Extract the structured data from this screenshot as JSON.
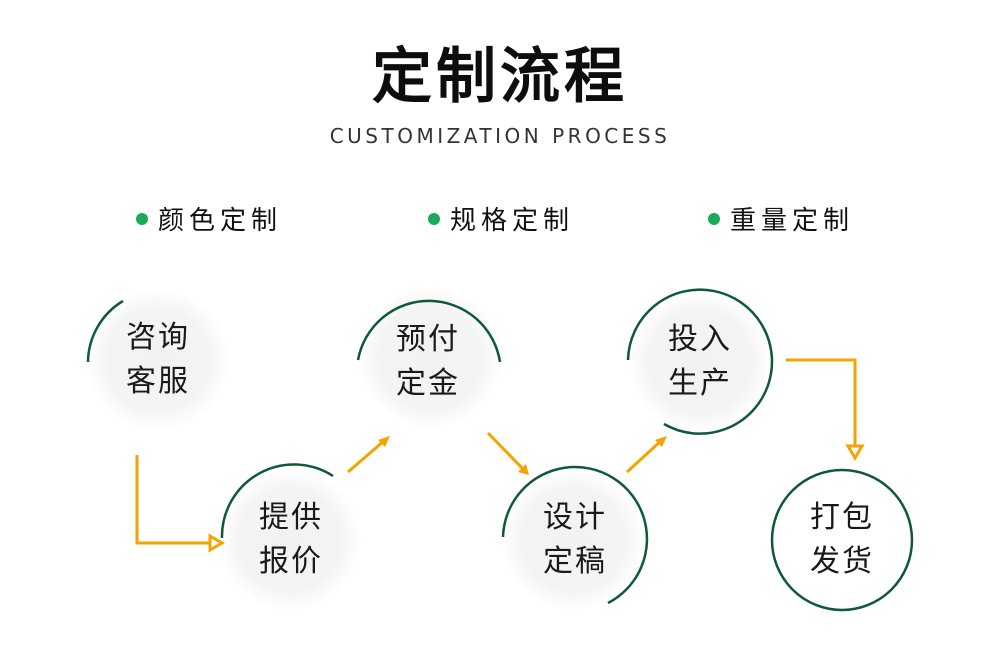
{
  "header": {
    "title": "定制流程",
    "subtitle": "CUSTOMIZATION PROCESS"
  },
  "tags": [
    {
      "label": "颜色定制"
    },
    {
      "label": "规格定制"
    },
    {
      "label": "重量定制"
    }
  ],
  "steps": [
    {
      "line1": "咨询",
      "line2": "客服"
    },
    {
      "line1": "提供",
      "line2": "报价"
    },
    {
      "line1": "预付",
      "line2": "定金"
    },
    {
      "line1": "设计",
      "line2": "定稿"
    },
    {
      "line1": "投入",
      "line2": "生产"
    },
    {
      "line1": "打包",
      "line2": "发货"
    }
  ],
  "colors": {
    "accent_green": "#1aa85a",
    "circle_stroke": "#0f5a32",
    "arrow": "#f5a300"
  }
}
